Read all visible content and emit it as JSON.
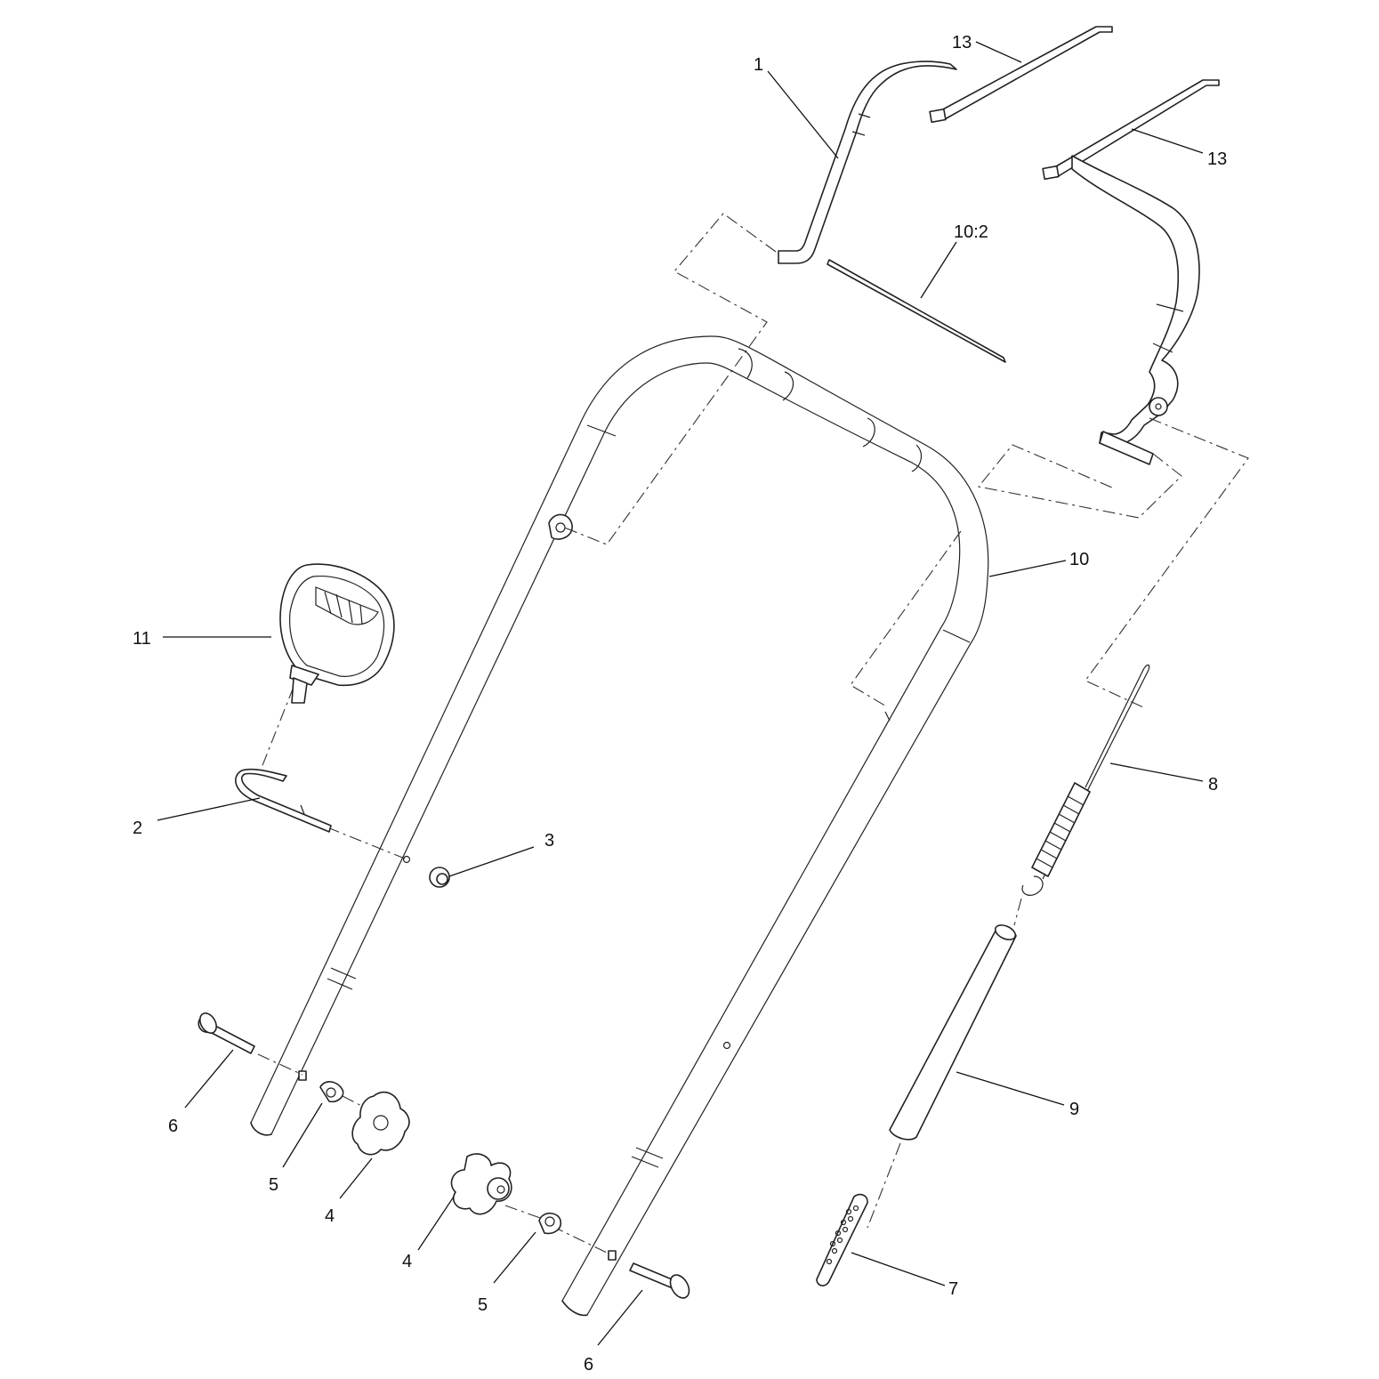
{
  "diagram": {
    "callouts": [
      {
        "id": "c1",
        "label": "1"
      },
      {
        "id": "c13a",
        "label": "13"
      },
      {
        "id": "c13b",
        "label": "13"
      },
      {
        "id": "c10_2",
        "label": "10:2"
      },
      {
        "id": "c10",
        "label": "10"
      },
      {
        "id": "c11",
        "label": "11"
      },
      {
        "id": "c8",
        "label": "8"
      },
      {
        "id": "c2",
        "label": "2"
      },
      {
        "id": "c3",
        "label": "3"
      },
      {
        "id": "c9",
        "label": "9"
      },
      {
        "id": "c6a",
        "label": "6"
      },
      {
        "id": "c5a",
        "label": "5"
      },
      {
        "id": "c4a",
        "label": "4"
      },
      {
        "id": "c4b",
        "label": "4"
      },
      {
        "id": "c5b",
        "label": "5"
      },
      {
        "id": "c7",
        "label": "7"
      },
      {
        "id": "c6b",
        "label": "6"
      }
    ]
  }
}
